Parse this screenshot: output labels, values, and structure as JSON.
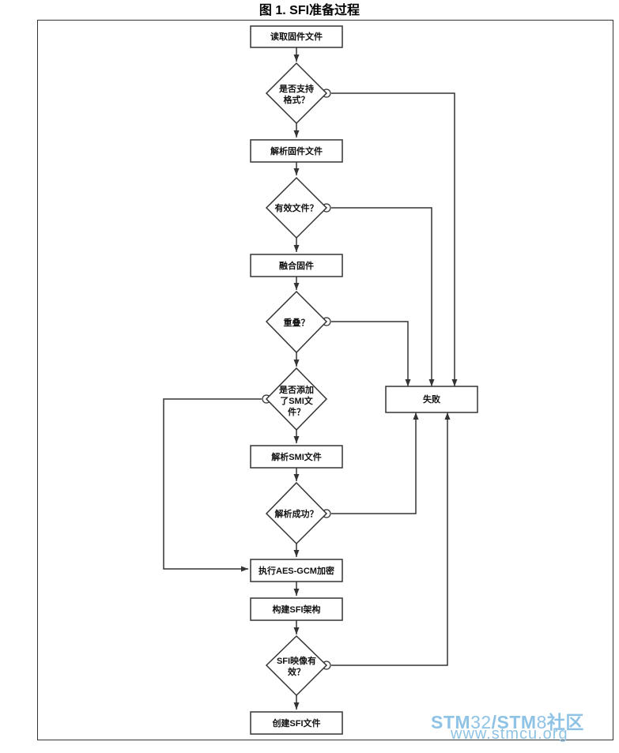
{
  "title": "图 1. SFI准备过程",
  "nodes": {
    "read_fw": "读取固件文件",
    "supported_fmt_1": "是否支持",
    "supported_fmt_2": "格式？",
    "parse_fw": "解析固件文件",
    "valid_file": "有效文件？",
    "merge_fw": "融合固件",
    "overlap": "重叠？",
    "smi_added_1": "是否添加",
    "smi_added_2": "了SMI文",
    "smi_added_3": "件？",
    "parse_smi": "解析SMI文件",
    "parse_ok": "解析成功？",
    "aes": "执行AES-GCM加密",
    "build_sfi": "构建SFI架构",
    "image_valid_1": "SFI映像有",
    "image_valid_2": "效？",
    "create_sfi": "创建SFI文件",
    "fail": "失败"
  },
  "watermark": {
    "line1_a": "STM",
    "line1_b": "32",
    "line1_c": "/STM",
    "line1_d": "8",
    "line1_e": "社区",
    "line2": "www.stmcu.org"
  },
  "colors": {
    "line": "#333333",
    "watermark": "#8fc3e6"
  }
}
